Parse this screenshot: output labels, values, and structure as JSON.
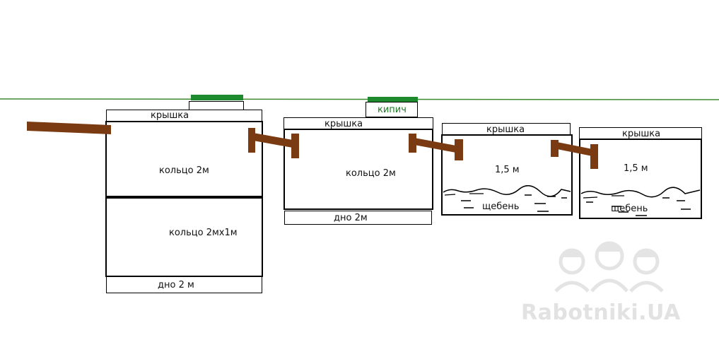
{
  "labels": {
    "lid": "крышка",
    "ring_2m": "кольцо 2м",
    "ring_2mx1m": "кольцо 2мх1м",
    "bottom_2m_spaced": "дно 2 м",
    "bottom_2m": "дно 2м",
    "brick": "кипич",
    "height_1_5": "1,5 м",
    "gravel": "щебень"
  },
  "watermark": {
    "text": "Rabotniki.UA",
    "icon": "three-workers-helmet-icon"
  },
  "colors": {
    "ground": "#3f8a2f",
    "pipe": "#7a3a12",
    "lid_green": "#1e8a2e",
    "outline": "#000000"
  }
}
